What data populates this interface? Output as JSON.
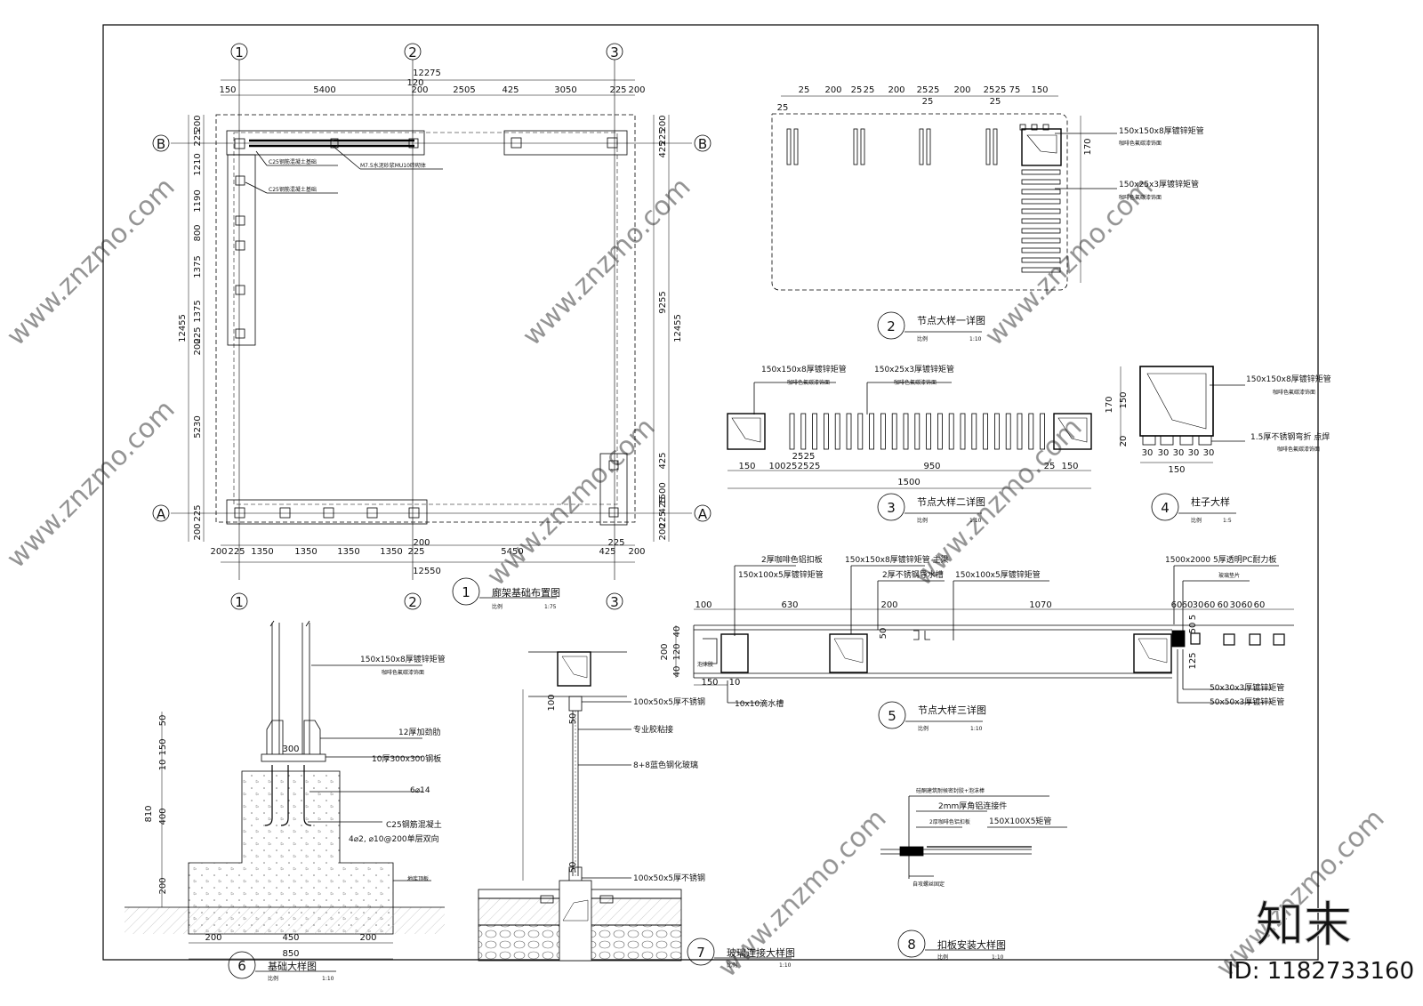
{
  "plan": {
    "grid_cols": [
      "1",
      "2",
      "3"
    ],
    "grid_rows": [
      "A",
      "B"
    ],
    "top_dims": [
      "150",
      "5400",
      "120",
      "200",
      "2505",
      "425",
      "3050",
      "225",
      "200"
    ],
    "top_total": "12275",
    "bottom_dims": [
      "200",
      "225",
      "1350",
      "1350",
      "1350",
      "1350",
      "225",
      "200",
      "5450",
      "425",
      "225",
      "200"
    ],
    "bottom_total": "12550",
    "left_dims": [
      "200",
      "225",
      "1210",
      "1190",
      "800",
      "1375",
      "1375",
      "225",
      "200",
      "5230",
      "225",
      "200"
    ],
    "left_total": "12455",
    "right_dims": [
      "200",
      "225",
      "425",
      "9255",
      "425",
      "1500",
      "425",
      "225",
      "200"
    ],
    "right_total": "12455",
    "labels": [
      "C25钢筋混凝土基础",
      "M7.5水泥砂浆MU10砖砌体",
      "C25钢筋混凝土基础"
    ]
  },
  "details": {
    "d1_title": "廊架基础布置图",
    "d1_scale": "1:75",
    "d2_title": "节点大样一详图",
    "d2_scale": "1:10",
    "d3_title": "节点大样二详图",
    "d3_scale": "1:10",
    "d4_title": "柱子大样",
    "d4_scale": "1:5",
    "d5_title": "节点大样三详图",
    "d5_scale": "1:10",
    "d6_title": "基础大样图",
    "d6_scale": "1:10",
    "d7_title": "玻璃连接大样图",
    "d7_scale": "1:10",
    "d8_title": "扣板安装大样图",
    "d8_scale": "1:10",
    "scale_word": "比例",
    "nums": [
      "1",
      "2",
      "3",
      "4",
      "5",
      "6",
      "7",
      "8"
    ]
  },
  "d2": {
    "top_dims": [
      "25",
      "200",
      "25",
      "25",
      "200",
      "25",
      "25",
      "200",
      "25",
      "25",
      "75",
      "150"
    ],
    "sub_dims": [
      "25",
      "25",
      "25"
    ],
    "side_dim": "170",
    "notes": [
      "150x150x8厚镀锌矩管",
      "咖啡色氟碳漆饰面",
      "150x25x3厚镀锌矩管",
      "咖啡色氟碳漆饰面"
    ]
  },
  "d3": {
    "notes": [
      "150x150x8厚镀锌矩管",
      "咖啡色氟碳漆饰面",
      "150x25x3厚镀锌矩管",
      "咖啡色氟碳漆饰面"
    ],
    "dims": [
      "150",
      "100",
      "25",
      "25",
      "25",
      "950",
      "25",
      "150"
    ],
    "dims_top": [
      "25",
      "25"
    ],
    "total": "1500"
  },
  "d4": {
    "notes": [
      "150x150x8厚镀锌矩管",
      "咖啡色氟碳漆饰面",
      "1.5厚不锈钢弯折 点焊",
      "咖啡色氟碳漆饰面"
    ],
    "dims": [
      "30",
      "30",
      "30",
      "30",
      "30"
    ],
    "w": "150",
    "h1": "170",
    "h2": "150",
    "h3": "20"
  },
  "d5": {
    "notes": [
      "2厚咖啡色铝扣板",
      "150x100x5厚镀锌矩管",
      "150x150x8厚镀锌矩管 主梁",
      "2厚不锈钢导水槽",
      "150x100x5厚镀锌矩管",
      "1500x2000  5厚透明PC耐力板",
      "玻璃垫片",
      "泡沫胶",
      "10x10滴水槽",
      "50x30x3厚镀锌矩管",
      "50x50x3厚镀锌矩管"
    ],
    "dims": [
      "100",
      "630",
      "200",
      "1070",
      "60",
      "60",
      "30",
      "60",
      "60",
      "30",
      "60",
      "60"
    ],
    "v_dims": [
      "40",
      "120",
      "40",
      "200",
      "50",
      "50",
      "125",
      "5",
      "150",
      "10"
    ]
  },
  "d6": {
    "notes": [
      "150x150x8厚镀锌矩管",
      "咖啡色氟碳漆饰面",
      "12厚加劲肋",
      "10厚300x300钢板",
      "6⌀14",
      "C25钢筋混凝土",
      "4⌀2, ⌀10@200单层双向",
      "地库顶板"
    ],
    "v_dims": [
      "50",
      "150",
      "10",
      "400",
      "200",
      "810"
    ],
    "h_dims": [
      "200",
      "450",
      "200",
      "850",
      "300"
    ]
  },
  "d7": {
    "notes": [
      "100x50x5厚不锈钢",
      "专业胶粘接",
      "8+8蓝色钢化玻璃",
      "100x50x5厚不锈钢"
    ],
    "v_dims": [
      "100",
      "50",
      "50"
    ]
  },
  "d8": {
    "notes": [
      "硅酮建筑耐候密封胶+泡沫棒",
      "2mm厚角铝连接件",
      "2厚咖啡色铝扣板",
      "150X100X5矩管",
      "自攻螺丝固定"
    ]
  },
  "watermark": {
    "brand": "知末",
    "id": "ID: 1182733160",
    "url": "www.znzmo.com"
  }
}
